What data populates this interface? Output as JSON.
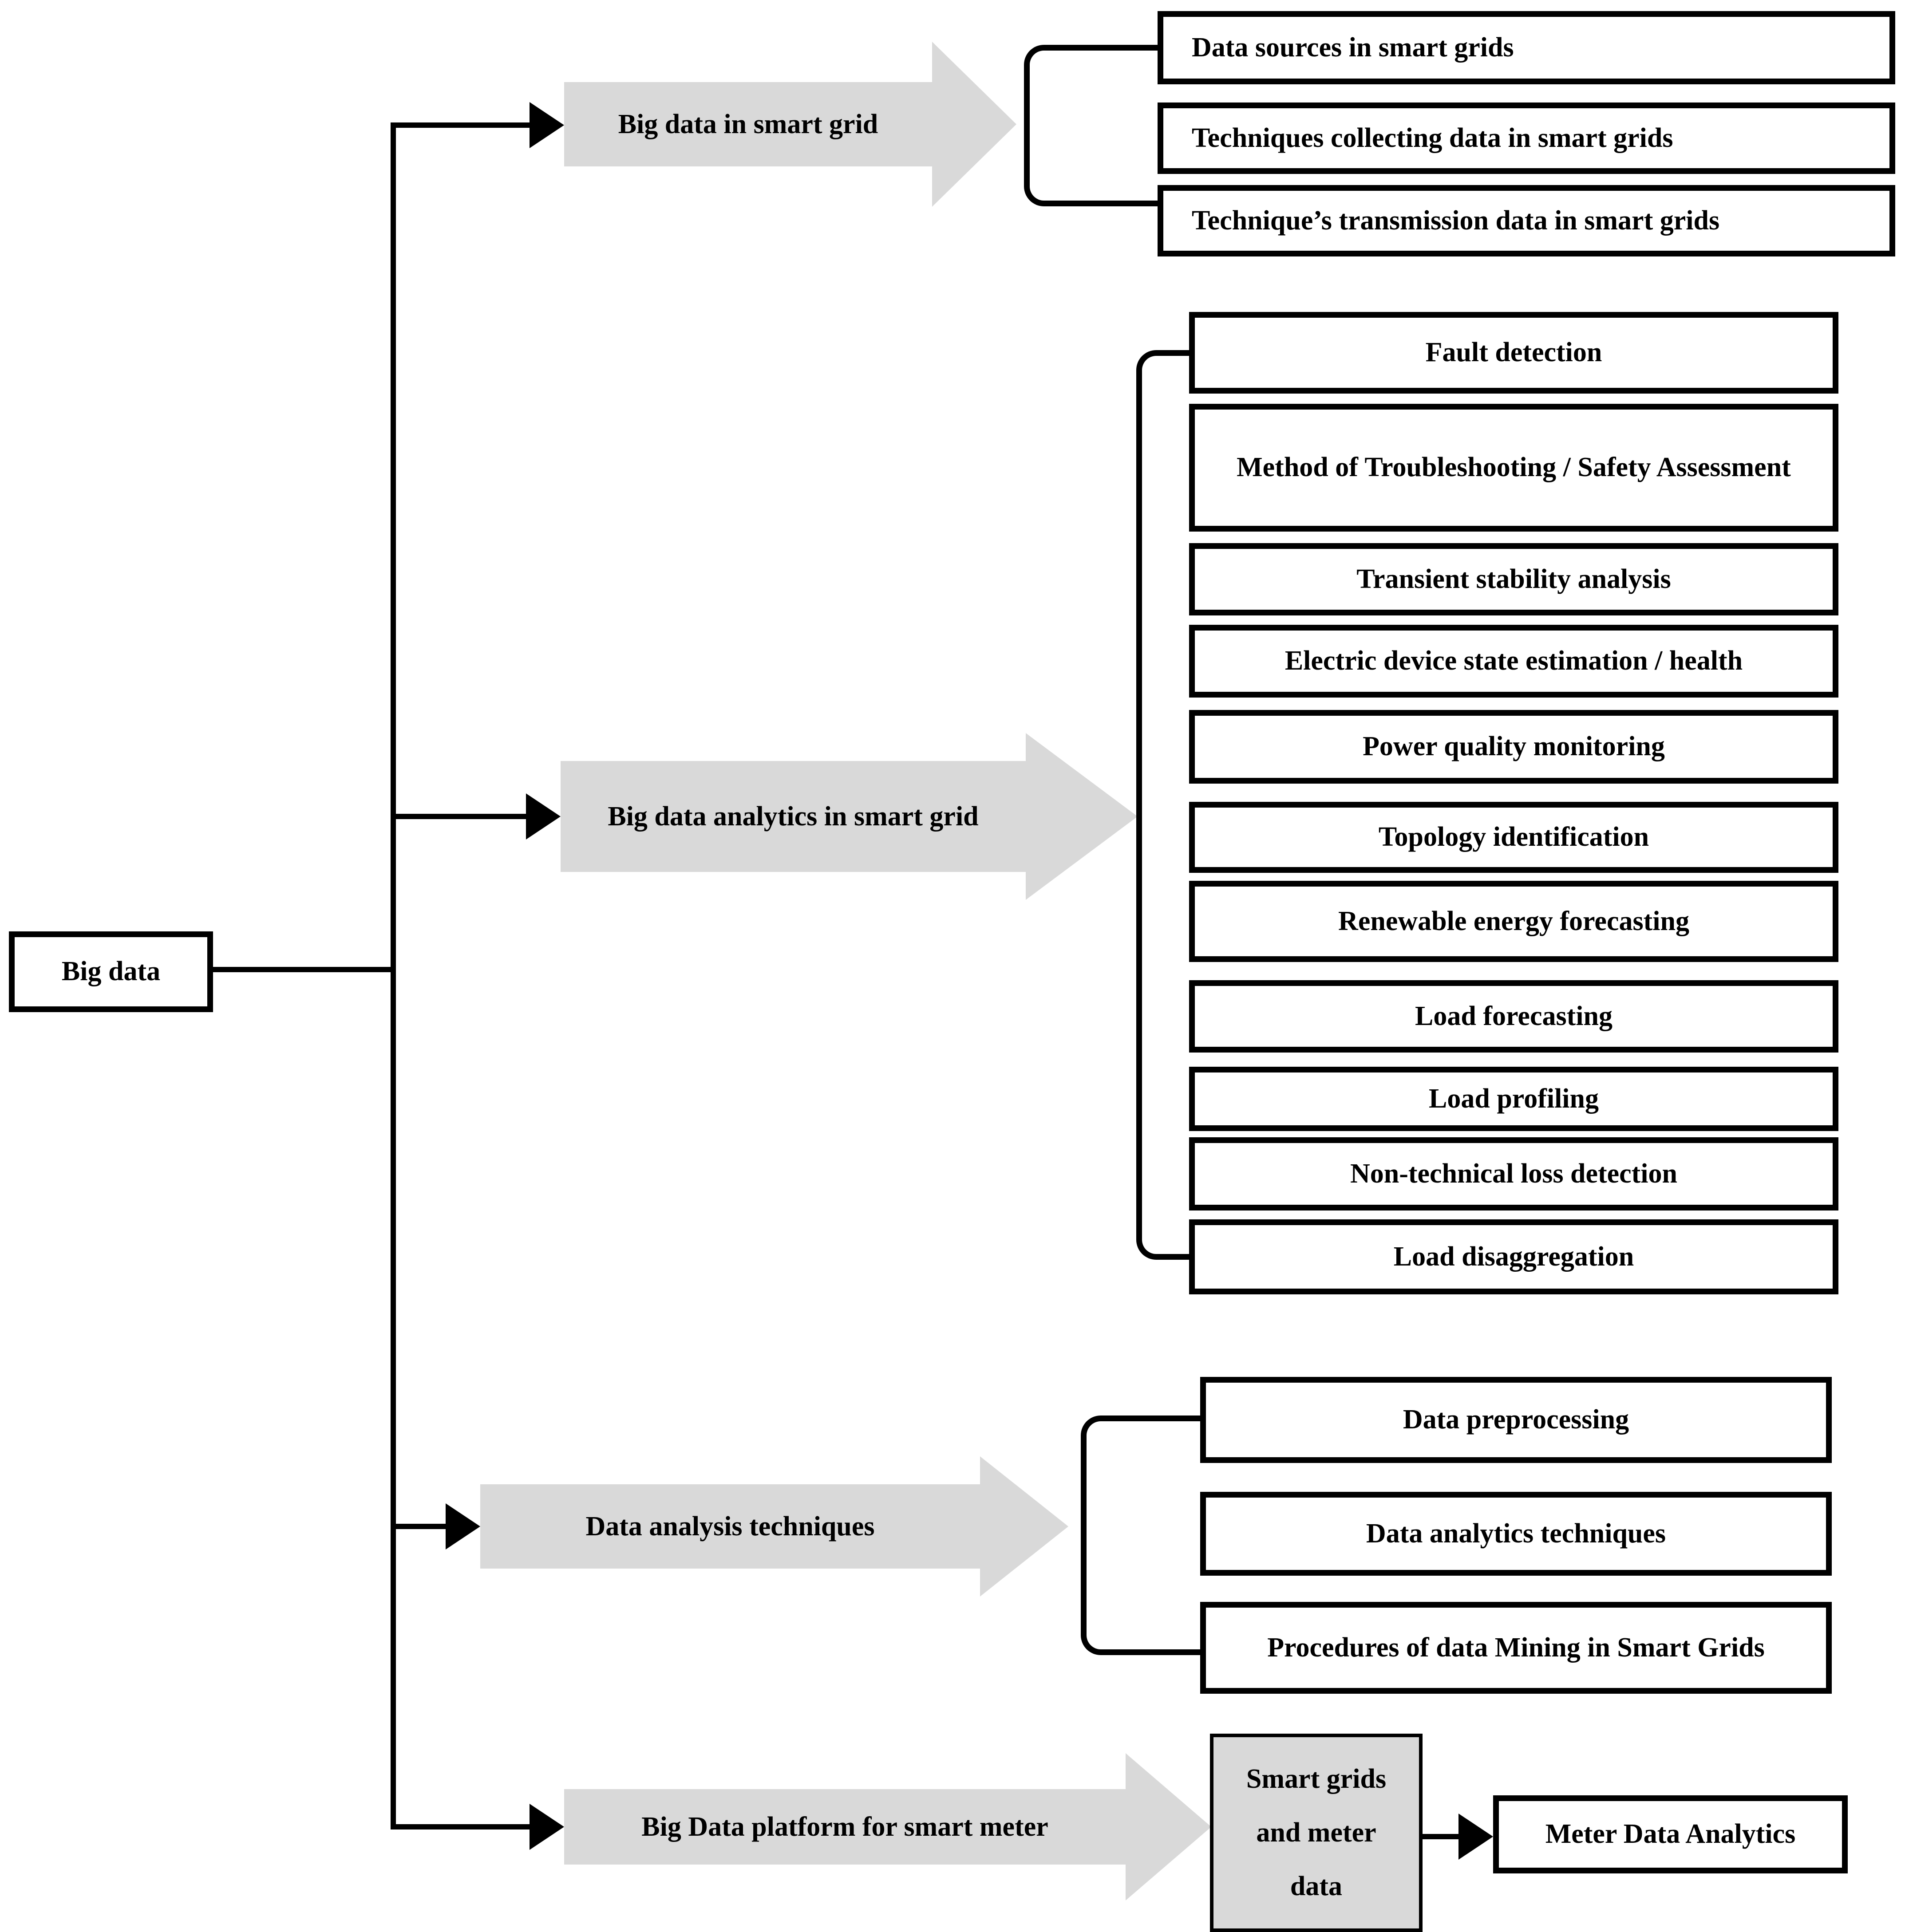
{
  "root": {
    "label": "Big data"
  },
  "branches": [
    {
      "label": "Big data in smart grid",
      "items": [
        "Data sources in smart grids",
        "Techniques collecting data in smart grids",
        "Technique’s transmission data in smart grids"
      ]
    },
    {
      "label": "Big data analytics in smart grid",
      "items": [
        "Fault detection",
        "Method of Troubleshooting / Safety Assessment",
        "Transient stability analysis",
        "Electric device state estimation / health",
        "Power quality monitoring",
        "Topology identification",
        "Renewable energy forecasting",
        "Load forecasting",
        "Load profiling",
        "Non-technical loss detection",
        "Load disaggregation"
      ]
    },
    {
      "label": "Data analysis techniques",
      "items": [
        "Data preprocessing",
        "Data analytics techniques",
        "Procedures of data Mining in Smart Grids"
      ]
    },
    {
      "label": "Big Data platform for smart meter",
      "node_lines": [
        "Smart grids",
        "and meter",
        "data"
      ],
      "leaf": "Meter Data Analytics"
    }
  ],
  "colors": {
    "arrow_fill": "#d9d9d9",
    "node_fill": "#d9d9d9",
    "line": "#000000",
    "box_border": "#000000",
    "box_fill": "#ffffff",
    "background": "#ffffff"
  }
}
